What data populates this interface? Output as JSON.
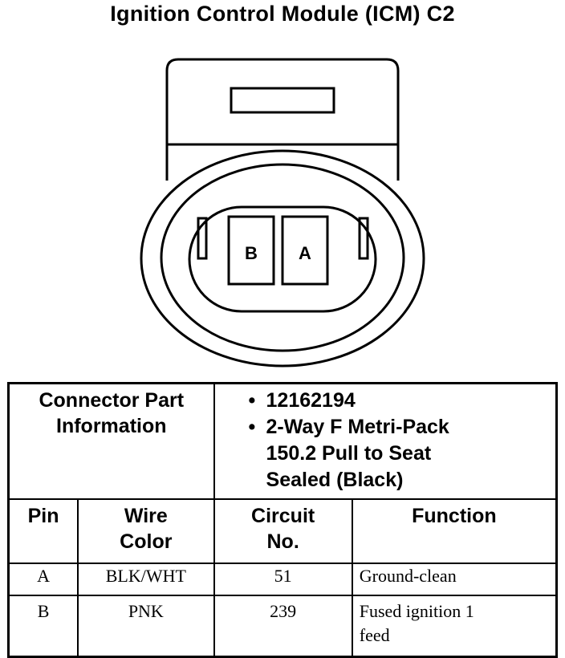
{
  "title": "Ignition Control Module (ICM) C2",
  "connector": {
    "pins": [
      "B",
      "A"
    ]
  },
  "part_info": {
    "label_line1": "Connector Part",
    "label_line2": "Information",
    "part_number": "12162194",
    "desc_line1": "2-Way F Metri-Pack",
    "desc_line2": "150.2 Pull to Seat",
    "desc_line3": "Sealed (Black)"
  },
  "columns": {
    "pin": "Pin",
    "wire_color_1": "Wire",
    "wire_color_2": "Color",
    "circuit_1": "Circuit",
    "circuit_2": "No.",
    "function": "Function"
  },
  "rows": [
    {
      "pin": "A",
      "wire_color": "BLK/WHT",
      "circuit": "51",
      "function_1": "Ground-clean",
      "function_2": ""
    },
    {
      "pin": "B",
      "wire_color": "PNK",
      "circuit": "239",
      "function_1": "Fused ignition 1",
      "function_2": "feed"
    }
  ]
}
